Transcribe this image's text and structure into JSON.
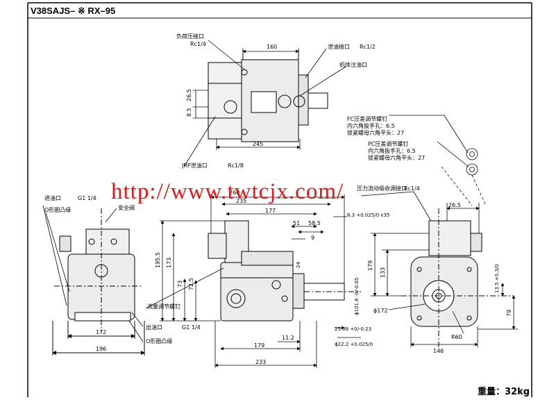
{
  "title": "V38SAJS– ※ RX–95",
  "weight": "重量：32kg",
  "watermark": "http://www.twtcjx.com/",
  "top_view": {
    "labels": {
      "load_port": "负荷压接口",
      "load_port_thread": "Rc1/4",
      "drain_port": "泄油接口",
      "drain_port_thread": "Rc1/2",
      "fill_port": "机体注油口",
      "jrp_drain": "JRP泄油口",
      "jrp_thread": "Rc1/8"
    },
    "dims": {
      "d160": "160",
      "d245": "245",
      "d26_5": "26.5",
      "d8_5": "8.5"
    }
  },
  "side_notes": {
    "fc_title": "FC压差调节螺钉",
    "fc_hex": "内六角扳手孔：6.5",
    "fc_nut": "锁紧螺母六角平头：27",
    "pc_title": "PC压差调节螺钉",
    "pc_hex": "内六角扳手孔：6.5",
    "pc_nut": "锁紧螺母六角平头：27"
  },
  "left_view": {
    "labels": {
      "inlet": "进油口",
      "inlet_thread": "G1 1/4",
      "o_ring_top": "O形圈凸缘",
      "safety_valve": "安全阀",
      "outlet": "出油口",
      "outlet_thread": "G1 1/4",
      "o_ring_bottom": "O形圈凸缘"
    },
    "dims": {
      "d172": "172",
      "d196": "196"
    }
  },
  "front_view": {
    "labels": {
      "flow_screw": "流量调节螺钉",
      "pressure_port": "压力流动吸收调接口",
      "pressure_thread": "Rc1/4"
    },
    "dims": {
      "d260": "260",
      "d235": "235",
      "d177": "177",
      "d51": "51",
      "d58_5": "58.5",
      "d9": "9",
      "d24": "24",
      "d195_5": "195.5",
      "d173": "173",
      "d73": "73",
      "d72_5": "72.5",
      "d11_2": "11.2",
      "d179": "179",
      "d233": "233",
      "key": "6.3 +0.025/0 x35",
      "shaft_d": "ϕ101.6 -0/-0.05",
      "key_depth": "25.08 +0/-0.23",
      "shaft22": "ϕ22.2 +0.025/0"
    }
  },
  "right_view": {
    "dims": {
      "d26_5": "26.5",
      "d179": "179",
      "d133": "133",
      "d13_5": "13.5 +0.3/0",
      "d172": "ϕ172",
      "d79": "79",
      "r60": "R60",
      "d146": "146"
    }
  }
}
